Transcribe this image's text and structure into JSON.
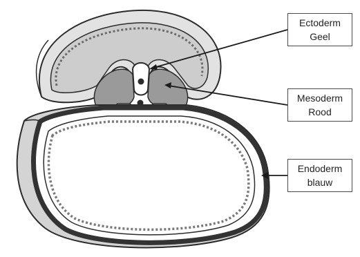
{
  "labels": {
    "ectoderm": {
      "line1": "Ectoderm",
      "line2": "Geel"
    },
    "mesoderm": {
      "line1": "Mesoderm",
      "line2": "Rood"
    },
    "endoderm": {
      "line1": "Endoderm",
      "line2": "blauw"
    }
  },
  "colors": {
    "outline": "#2b2b2b",
    "shading": "#cfcfcf",
    "light_shading": "#e4e4e4",
    "mesoderm_fill": "#9a9a9a",
    "endoderm_band": "#3a3a3a",
    "background": "#ffffff"
  }
}
